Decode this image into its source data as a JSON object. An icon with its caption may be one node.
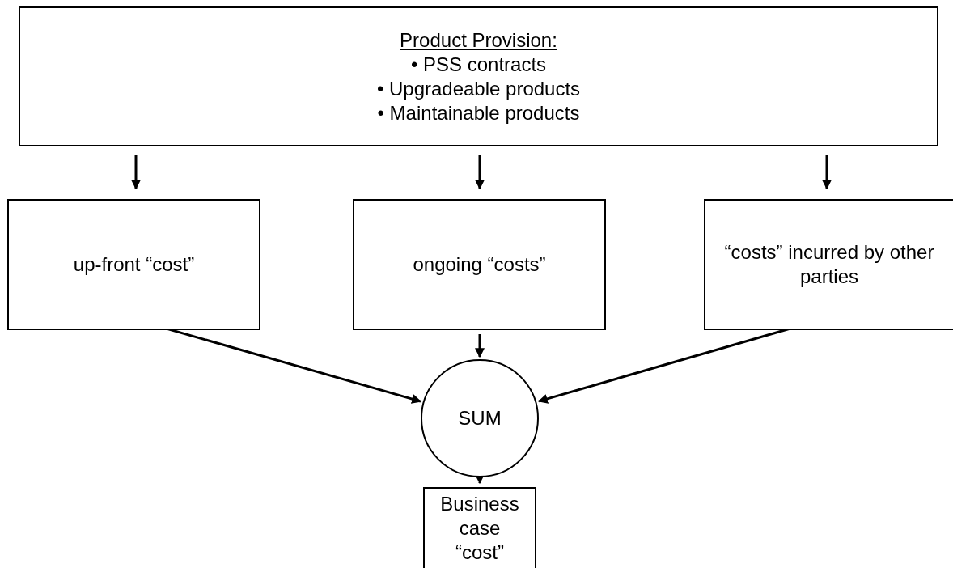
{
  "diagram": {
    "nodes": [
      {
        "text": [
          "Product Provision:",
          "• PSS contracts",
          "• Upgradeable products",
          "• Maintainable products"
        ]
      },
      {
        "text": [
          "up-front “cost”"
        ]
      },
      {
        "text": [
          "ongoing “costs”"
        ]
      },
      {
        "text": [
          "“costs” incurred by other parties"
        ]
      },
      {
        "text": [
          "SUM"
        ]
      },
      {
        "text": [
          "Business case “cost”"
        ]
      }
    ],
    "edges": [
      {
        "from": 0,
        "to": 1,
        "arrow": "to"
      },
      {
        "from": 0,
        "to": 2,
        "arrow": "to"
      },
      {
        "from": 0,
        "to": 3,
        "arrow": "to"
      },
      {
        "from": 1,
        "to": 4,
        "arrow": "to"
      },
      {
        "from": 2,
        "to": 4,
        "arrow": "to"
      },
      {
        "from": 3,
        "to": 4,
        "arrow": "to"
      },
      {
        "from": 4,
        "to": 5,
        "arrow": "to"
      }
    ]
  }
}
